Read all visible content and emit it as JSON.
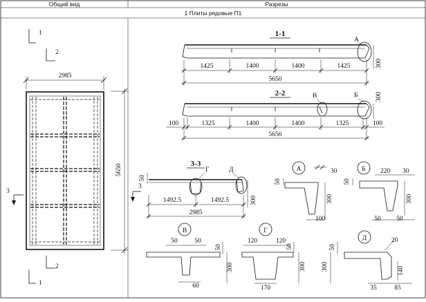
{
  "table": {
    "col_general": "Общий вид",
    "col_sections": "Разрезы",
    "row_title": "1 Плиты рядовые П1"
  },
  "plan": {
    "section_mark_1": "1",
    "section_mark_2": "2",
    "section_mark_3": "3",
    "width": "2985",
    "length": "5650"
  },
  "section_1_1": {
    "title": "1-1",
    "callout_a": "А",
    "spans": [
      "1425",
      "1400",
      "1400",
      "1425"
    ],
    "total": "5650",
    "height": "300"
  },
  "section_2_2": {
    "title": "2-2",
    "callout_v": "В",
    "callout_b": "Б",
    "edge_left": "100",
    "spans": [
      "1325",
      "1400",
      "1400",
      "1325"
    ],
    "edge_right": "100",
    "total": "5650",
    "height": "300"
  },
  "section_3_3": {
    "title": "3-3",
    "callout_g": "Г",
    "callout_d": "Д",
    "height_top": "50",
    "spans": [
      "1492.5",
      "1492.5"
    ],
    "total": "2985",
    "height": "300"
  },
  "detail_a": {
    "label": "А",
    "top": "30",
    "left": "50",
    "height": "300",
    "bottom": "100"
  },
  "detail_b": {
    "label": "Б",
    "top_1": "220",
    "top_2": "30",
    "left": "50",
    "height": "300",
    "bottom_1": "50",
    "bottom_2": "50"
  },
  "detail_v": {
    "label": "В",
    "top_1": "50",
    "top_2": "50",
    "right": "50",
    "height": "300",
    "bottom": "60"
  },
  "detail_g": {
    "label": "Г",
    "top_1": "120",
    "top_2": "120",
    "right": "50",
    "height": "300",
    "bottom": "170"
  },
  "detail_d": {
    "label": "Д",
    "top": "20",
    "left_top": "50",
    "left": "300",
    "right": "140",
    "bottom_1": "35",
    "bottom_2": "85"
  }
}
